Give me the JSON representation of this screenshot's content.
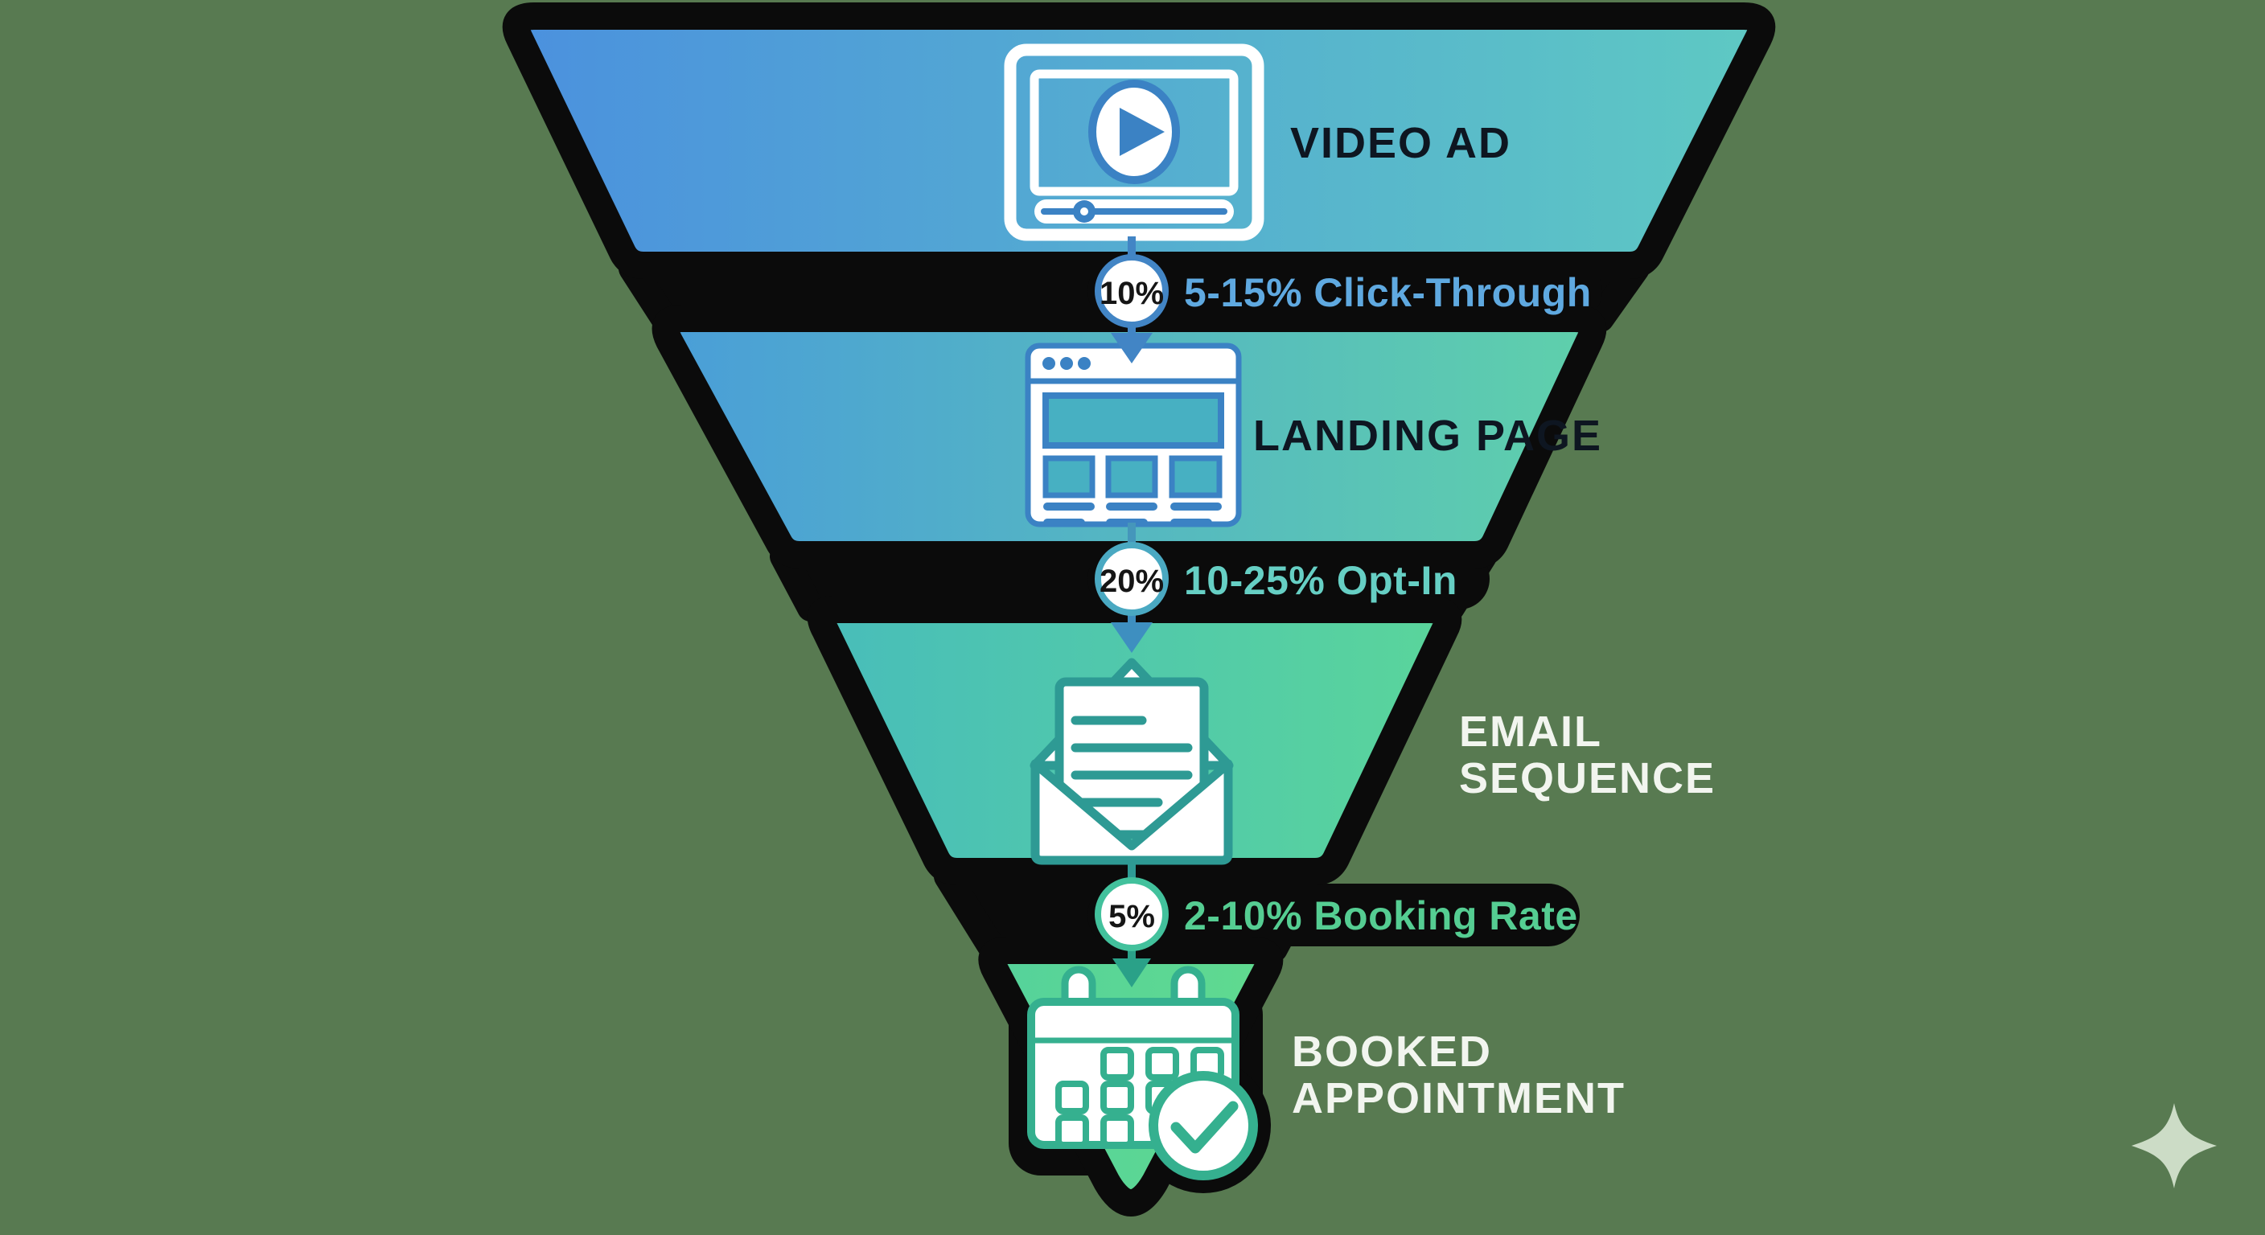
{
  "title": "Video ad to booked appointment funnel",
  "background": {
    "color": "#587a51"
  },
  "colors": {
    "outline": "#0b0b0b",
    "seg1_start": "#4b91de",
    "seg1_end": "#5ec9c3",
    "seg2_start": "#4a9ed8",
    "seg2_end": "#5fd0ab",
    "seg3_start": "#48bdba",
    "seg3_end": "#5ad59b",
    "seg4_start": "#55d29b",
    "seg4_end": "#60da8f",
    "dark_label": "#0e1621",
    "light_label": "#f2f5ef",
    "badge_fill": "#ffffff",
    "badge_text": "#151515",
    "row1_accent": "#4285c5",
    "row1_text": "#5fa9e0",
    "row2_accent": "#4aa9c2",
    "row2_text": "#66cfc4",
    "row2_stem": "#4596bb",
    "row2_arrow": "#3e8fc0",
    "row3_accent": "#42c19c",
    "row3_text": "#55cd92",
    "row3_arrow": "#2aa188",
    "icon_white": "#ffffff",
    "icon_blue": "#3b82c4",
    "icon_screen": "#47b0c2",
    "icon_teal": "#2e9a94",
    "icon_green": "#35b08f",
    "sparkle": "#ccdcc6"
  },
  "stages": [
    {
      "icon": "video-player-icon",
      "label_lines": [
        "VIDEO AD"
      ]
    },
    {
      "icon": "browser-window-icon",
      "label_lines": [
        "LANDING PAGE"
      ]
    },
    {
      "icon": "open-email-icon",
      "label_lines": [
        "EMAIL",
        "SEQUENCE"
      ]
    },
    {
      "icon": "calendar-check-icon",
      "label_lines": [
        "BOOKED",
        "APPOINTMENT"
      ]
    }
  ],
  "conversions": [
    {
      "badge": "10%",
      "label": "5-15% Click-Through"
    },
    {
      "badge": "20%",
      "label": "10-25% Opt-In"
    },
    {
      "badge": "5%",
      "label": "2-10% Booking Rate"
    }
  ]
}
